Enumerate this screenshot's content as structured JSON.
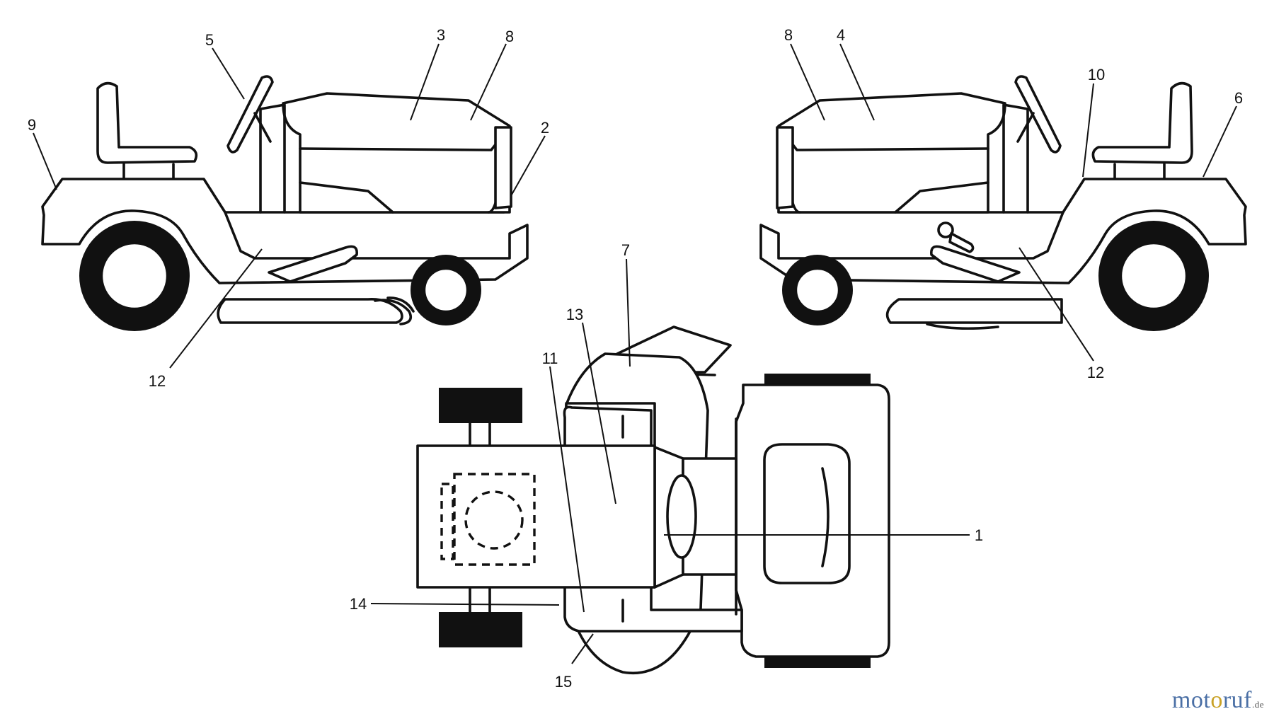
{
  "callouts": {
    "c1": "1",
    "c2": "2",
    "c3": "3",
    "c4": "4",
    "c5": "5",
    "c6": "6",
    "c7": "7",
    "c8_left": "8",
    "c8_right": "8",
    "c9": "9",
    "c10": "10",
    "c11": "11",
    "c12_left": "12",
    "c12_right": "12",
    "c13": "13",
    "c14": "14",
    "c15": "15"
  },
  "watermark": {
    "part1": "mot",
    "part2": "o",
    "part3": "ruf",
    "suffix": ".de"
  },
  "colors": {
    "line": "#111111",
    "background": "#ffffff",
    "watermark_blue": "#4a6fa5",
    "watermark_gold": "#c9a227"
  }
}
